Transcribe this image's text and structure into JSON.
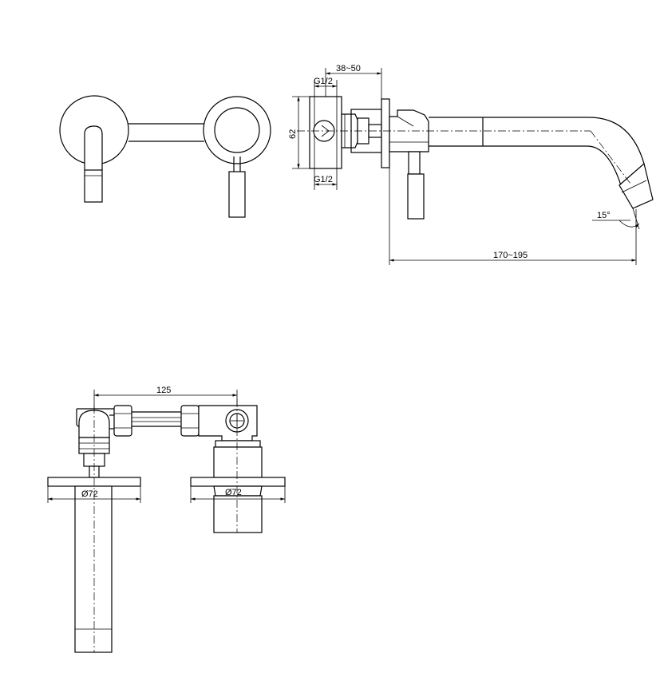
{
  "dimensions": {
    "mount_depth": "38~50",
    "thread_top": "G1/2",
    "thread_bottom": "G1/2",
    "body_height": "62",
    "spout_angle": "15°",
    "spout_projection": "170~195",
    "center_distance": "125",
    "flange_left_diameter": "Ø72",
    "flange_right_diameter": "Ø72"
  },
  "colors": {
    "line": "#000000",
    "background": "#ffffff"
  }
}
